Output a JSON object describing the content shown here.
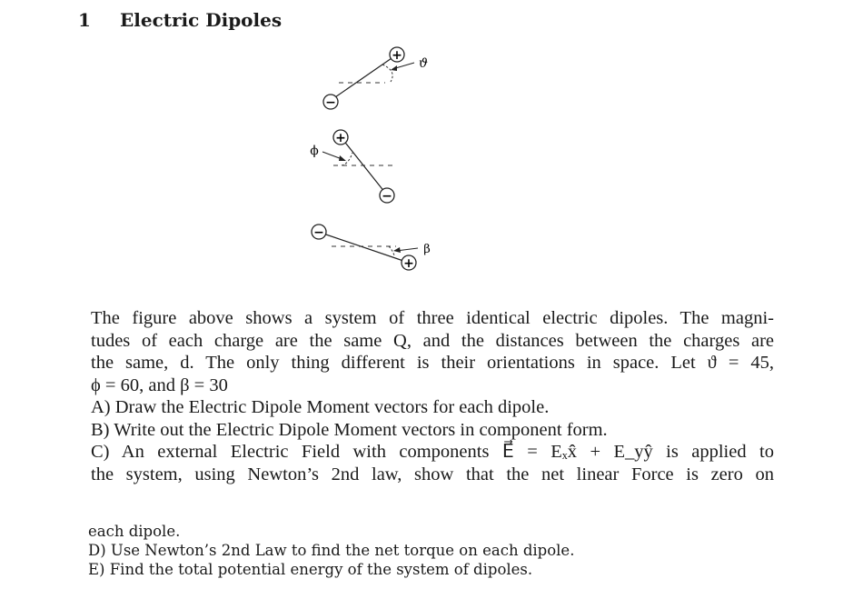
{
  "section": {
    "number": "1",
    "title": "Electric Dipoles"
  },
  "figure": {
    "angle_labels": [
      "ϑ",
      "ϕ",
      "β"
    ],
    "charge_symbols": {
      "positive": "+",
      "negative": "−"
    }
  },
  "problem": {
    "intro_lines": [
      "The figure above shows a system of three identical electric dipoles. The magni-",
      "tudes of each charge are the same Q, and the distances between the charges are",
      "the same, d. The only thing different is their orientations in space. Let ϑ = 45,",
      "ϕ = 60, and β = 30"
    ],
    "parts_page1": [
      "A) Draw the Electric Dipole Moment vectors for each dipole.",
      "B) Write out the Electric Dipole Moment vectors in component form.",
      "C) An external Electric Field with components E⃗ = Eₓx̂ + E_yŷ is applied to",
      "the system, using Newton’s 2nd law, show that the net linear Force is zero on"
    ],
    "parts_page2": [
      "each dipole.",
      "D) Use Newton’s 2nd Law to find the net torque on each dipole.",
      "E) Find the total potential energy of the system of dipoles."
    ]
  }
}
